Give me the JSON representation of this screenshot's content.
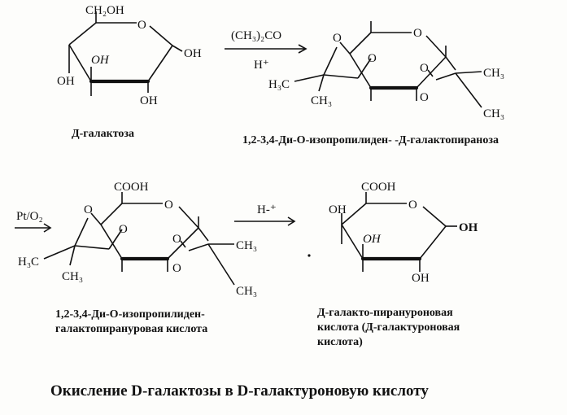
{
  "galactose": {
    "ch2oh": "CH₂OH",
    "ring_o": "O",
    "oh_anomeric": "OH",
    "oh_c4": "OH",
    "oh_c3": "OH",
    "oh_c2": "OH",
    "name": "Д-галактоза"
  },
  "step1": {
    "reagent": "(CH₃)₂CO",
    "catalyst": "H⁺"
  },
  "diisopropylidene": {
    "ring_o": "O",
    "acetal_o_1": "O",
    "acetal_o_2": "O",
    "acetal_o_3": "O",
    "acetal_o_4": "O",
    "h3c": "H₃C",
    "ch3_a": "CH₃",
    "ch3_b": "CH₃",
    "ch3_c": "CH₃",
    "name": "1,2-3,4-Ди-О-изопропилиден- -Д-галактопираноза"
  },
  "step2": {
    "reagent": "Pt/O₂"
  },
  "acid_protected": {
    "cooh": "COOH",
    "ring_o": "O",
    "acetal_o_1": "O",
    "acetal_o_2": "O",
    "acetal_o_3": "O",
    "acetal_o_4": "O",
    "h3c": "H₃C",
    "ch3_a": "CH₃",
    "ch3_b": "CH₃",
    "ch3_c": "CH₃",
    "name_line1": "1,2-3,4-Ди-О-изопропилиден-",
    "name_line2": "галактопирануровая кислота"
  },
  "step3": {
    "catalyst": "H-⁺"
  },
  "galacturonic": {
    "cooh": "COOH",
    "ring_o": "O",
    "oh_anomeric": "OH",
    "oh_c4": "OH",
    "oh_c3": "OH",
    "oh_c2": "OH",
    "name_line1": "Д-галакто-пирануроновая",
    "name_line2": "кислота (Д-галактуроновая",
    "name_line3": "кислота)"
  },
  "title": "Окисление D-галактозы в D-галактуроновую кислоту"
}
